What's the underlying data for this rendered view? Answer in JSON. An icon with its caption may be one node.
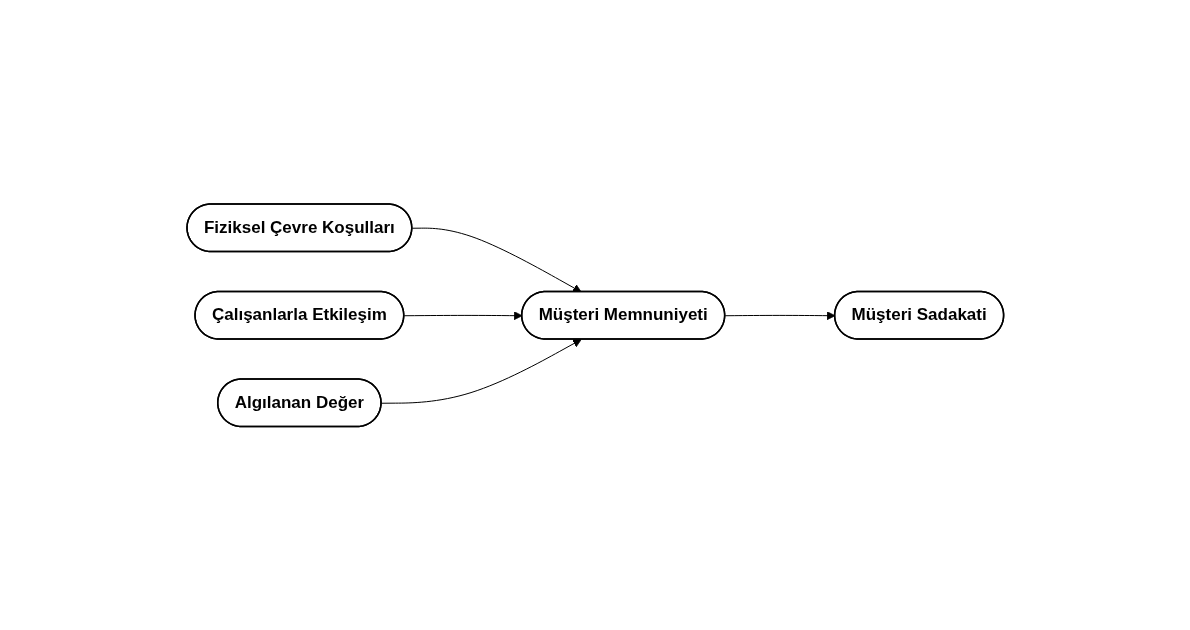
{
  "diagram": {
    "nodes": [
      {
        "text": [
          "Fiziksel Çevre Koşulları"
        ]
      },
      {
        "text": [
          "Çalışanlarla Etkileşim"
        ]
      },
      {
        "text": [
          "Algılanan Değer"
        ]
      },
      {
        "text": [
          "Müşteri Memnuniyeti"
        ]
      },
      {
        "text": [
          "Müşteri Sadakati"
        ]
      }
    ],
    "edges": [
      {
        "from": 0,
        "to": 3,
        "arrow": "to"
      },
      {
        "from": 1,
        "to": 3,
        "arrow": "to"
      },
      {
        "from": 2,
        "to": 3,
        "arrow": "to"
      },
      {
        "from": 3,
        "to": 4,
        "arrow": "to"
      }
    ]
  }
}
